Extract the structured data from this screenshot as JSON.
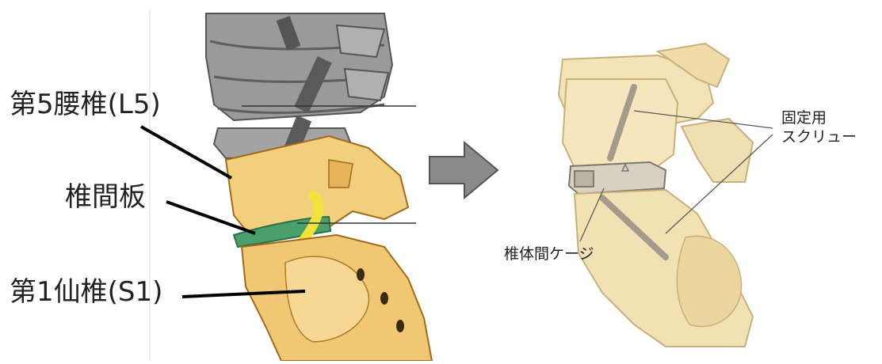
{
  "left": {
    "label_l5": "第5腰椎(L5)",
    "label_disc": "椎間板",
    "label_s1": "第1仙椎(S1)"
  },
  "right": {
    "label_screw_line1": "固定用",
    "label_screw_line2": "スクリュー",
    "label_cage": "椎体間ケージ"
  },
  "icons": {
    "arrow": "right-arrow-icon"
  },
  "colors": {
    "bone": "#f2d48e",
    "bone_dark": "#d9a94a",
    "gray_vertebra": "#8f8f8f",
    "disc": "#4aa06b",
    "nerve": "#f2e23a",
    "arrow": "#8a8a8a"
  }
}
